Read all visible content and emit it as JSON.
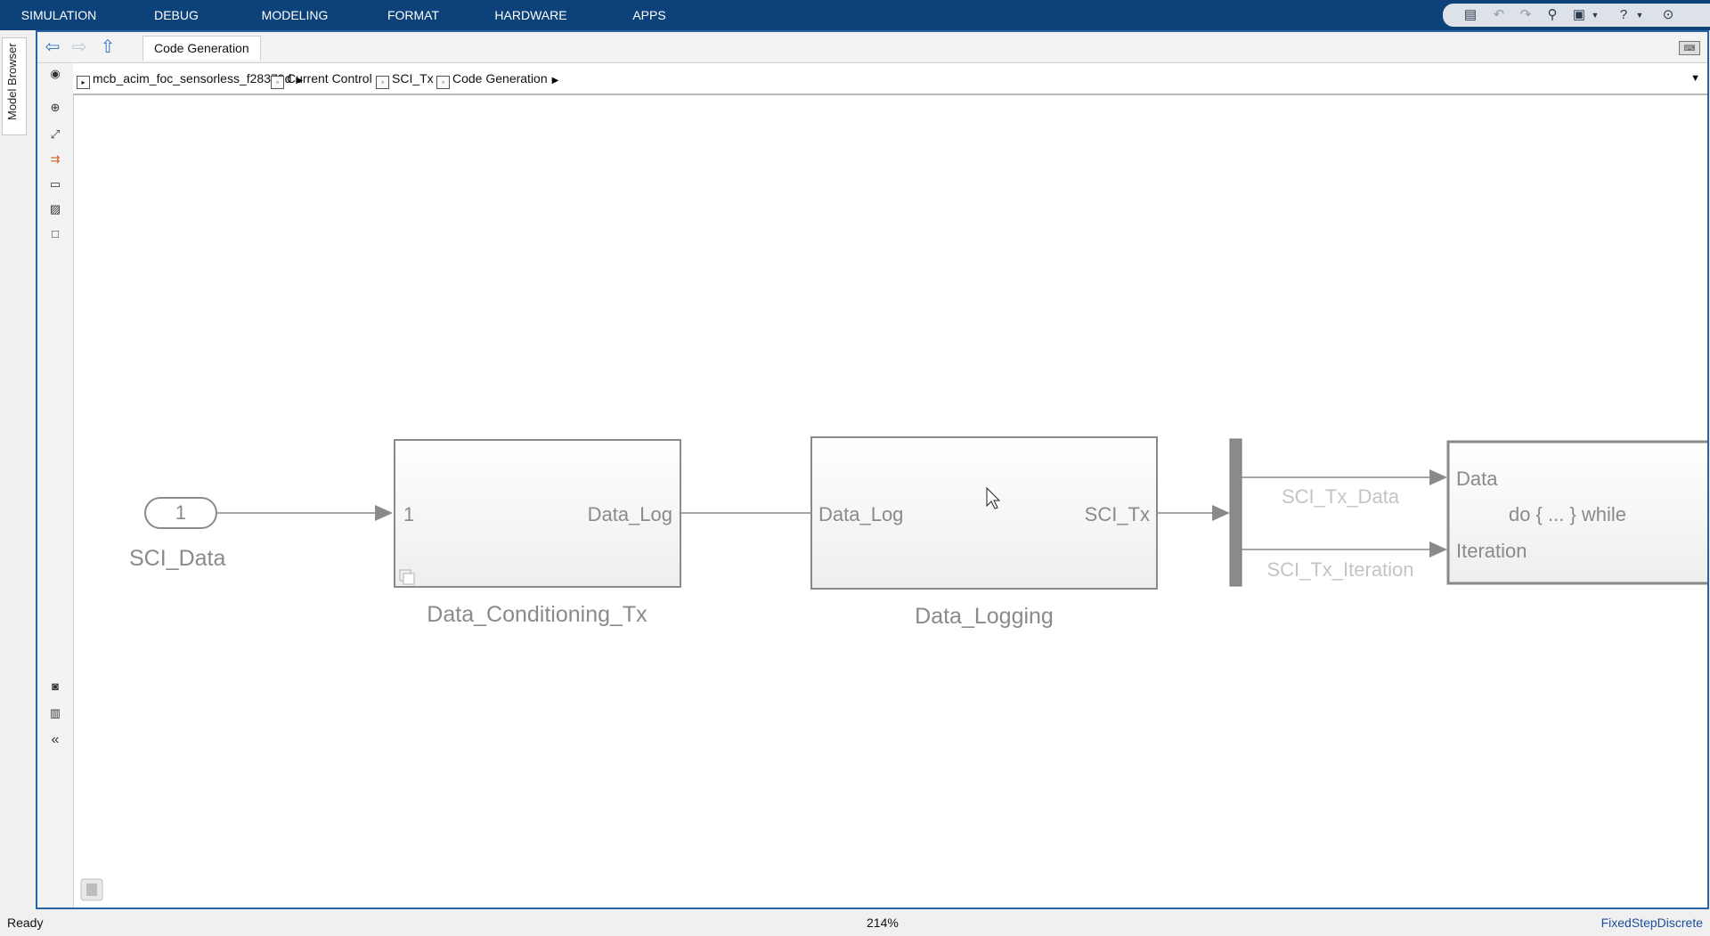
{
  "menu": {
    "tabs": [
      "SIMULATION",
      "DEBUG",
      "MODELING",
      "FORMAT",
      "HARDWARE",
      "APPS"
    ]
  },
  "model_browser": {
    "label": "Model Browser"
  },
  "editor": {
    "tab_label": "Code Generation",
    "breadcrumb": [
      "mcb_acim_foc_sensorless_f28379d",
      "Current Control",
      "SCI_Tx",
      "Code Generation"
    ]
  },
  "diagram": {
    "inport": {
      "number": "1",
      "name": "SCI_Data"
    },
    "block1": {
      "name": "Data_Conditioning_Tx",
      "in_port": "1",
      "out_port": "Data_Log"
    },
    "block2": {
      "name": "Data_Logging",
      "in_port": "Data_Log",
      "out_port": "SCI_Tx"
    },
    "signals": [
      "SCI_Tx_Data",
      "SCI_Tx_Iteration"
    ],
    "block3": {
      "in_port1": "Data",
      "in_port2": "Iteration",
      "text": "do { ... } while"
    }
  },
  "status": {
    "left": "Ready",
    "zoom": "214%",
    "solver": "FixedStepDiscrete"
  },
  "colors": {
    "ribbon": "#0c4279",
    "frame": "#2a62a6",
    "block_stroke": "#8a8a8a",
    "faded_text": "#c4c4c4"
  }
}
